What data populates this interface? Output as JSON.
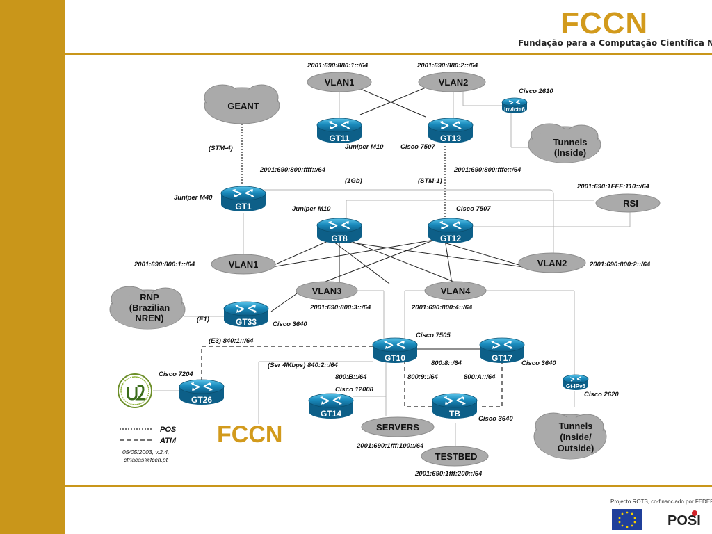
{
  "header": {
    "logo": "FCCN",
    "org_name": "Fundação para a Computação Científica Nacional"
  },
  "footer": {
    "project_note": "Projecto ROTS, co-financiado por FEDER",
    "posi_logo": "POSI"
  },
  "clouds": {
    "geant": "GEANT",
    "vlan1_top": "VLAN1",
    "vlan2_top": "VLAN2",
    "tunnels_inside": [
      "Tunnels",
      "(Inside)"
    ],
    "rsi": "RSI",
    "vlan1_mid": "VLAN1",
    "vlan2_mid": "VLAN2",
    "vlan3": "VLAN3",
    "vlan4": "VLAN4",
    "rnp": [
      "RNP",
      "(Brazilian",
      "NREN)"
    ],
    "servers": "SERVERS",
    "testbed": "TESTBED",
    "tunnels_inout": [
      "Tunnels",
      "(Inside/",
      "Outside)"
    ]
  },
  "routers": {
    "gt11": "GT11",
    "gt13": "GT13",
    "invicta6": "Invicta6",
    "gt1": "GT1",
    "gt8": "GT8",
    "gt12": "GT12",
    "gt33": "GT33",
    "gt10": "GT10",
    "gt17": "GT17",
    "gt26": "GT26",
    "gt14": "GT14",
    "tb": "TB",
    "gtipv6": "Gt-IPv6"
  },
  "labels": {
    "vlan1_top_prefix": "2001:690:880:1::/64",
    "vlan2_top_prefix": "2001:690:880:2::/64",
    "cisco2610": "Cisco 2610",
    "stm4": "(STM-4)",
    "gt11_model": "Juniper M10",
    "gt13_model": "Cisco 7507",
    "gt1_prefix": "2001:690:800:ffff::/64",
    "gt12_prefix": "2001:690:800:fffe::/64",
    "gb1": "(1Gb)",
    "stm1": "(STM-1)",
    "rsi_prefix": "2001:690:1FFF:110::/64",
    "gt1_model": "Juniper M40",
    "gt8_model": "Juniper M10",
    "gt12_model": "Cisco 7507",
    "vlan1_mid_prefix": "2001:690:800:1::/64",
    "vlan2_mid_prefix": "2001:690:800:2::/64",
    "vlan3_prefix": "2001:690:800:3::/64",
    "vlan4_prefix": "2001:690:800:4::/64",
    "e1": "(E1)",
    "gt33_model": "Cisco 3640",
    "e3": "(E3) 840:1::/64",
    "gt10_model": "Cisco 7505",
    "ser4": "(Ser 4Mbps) 840:2::/64",
    "p800_8": "800:8::/64",
    "gt17_model": "Cisco 3640",
    "gt26_model": "Cisco 7204",
    "p800_b": "800:B::/64",
    "p800_9": "800:9::/64",
    "p800_a": "800:A::/64",
    "gt14_model": "Cisco 12008",
    "gtipv6_model": "Cisco 2620",
    "tb_model": "Cisco 3640",
    "servers_prefix": "2001:690:1fff:100::/64",
    "testbed_prefix": "2001:690:1fff:200::/64"
  },
  "legend": {
    "pos": "POS",
    "atm": "ATM",
    "date": "05/05/2003, v.2.4,",
    "author": "cfriacas@fccn.pt"
  },
  "bottom_logo": "FCCN",
  "colors": {
    "gold": "#c9961a",
    "router_blue": "#1a8bbd",
    "cloud_gray": "#aaaaaa"
  }
}
